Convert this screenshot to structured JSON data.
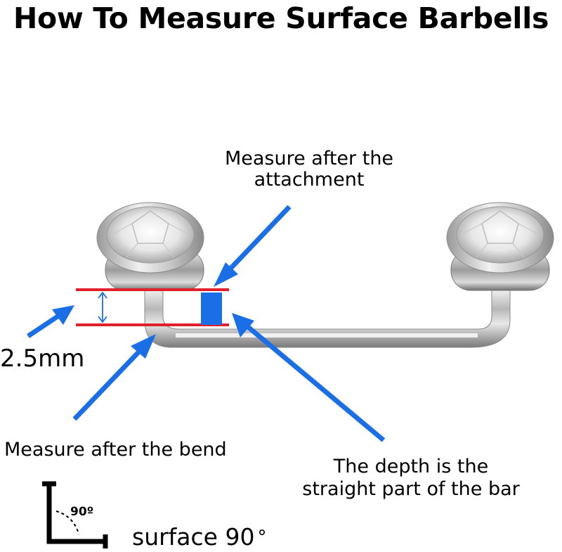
{
  "title": "How To Measure Surface Barbells",
  "labels": {
    "attachment_line1": "Measure after the",
    "attachment_line2": "attachment",
    "thickness": "2.5mm",
    "bend": "Measure after the bend",
    "depth_line1": "The depth is the",
    "depth_line2": "straight part of the bar",
    "angle_small": "90º",
    "surface": "surface 90",
    "degree_symbol": "°"
  },
  "colors": {
    "arrow": "#1a6fe6",
    "measure_line": "#e0202a",
    "depth_marker": "#1a6fe6",
    "text": "#000000"
  },
  "icons": {
    "right_angle": "right-angle-icon",
    "gem": "clear-crystal-gem-icon"
  }
}
